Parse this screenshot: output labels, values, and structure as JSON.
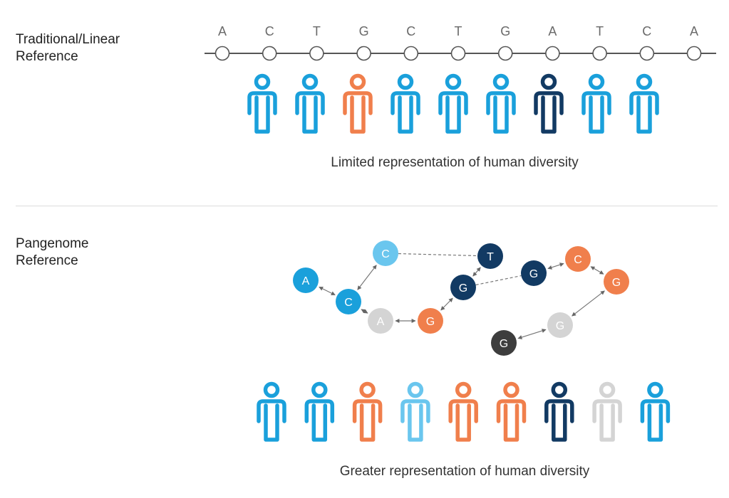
{
  "linear": {
    "label": [
      "Traditional/Linear",
      "Reference"
    ],
    "sequence": [
      "A",
      "C",
      "T",
      "G",
      "C",
      "T",
      "G",
      "A",
      "T",
      "C",
      "A"
    ],
    "people_colors": [
      "#1aa0db",
      "#1aa0db",
      "#f07f4c",
      "#1aa0db",
      "#1aa0db",
      "#1aa0db",
      "#123a63",
      "#1aa0db",
      "#1aa0db"
    ],
    "caption": "Limited representation of human diversity"
  },
  "pangenome": {
    "label": [
      "Pangenome",
      "Reference"
    ],
    "nodes": [
      {
        "id": "n1",
        "letter": "A",
        "color": "#1aa0db"
      },
      {
        "id": "n2",
        "letter": "C",
        "color": "#1aa0db"
      },
      {
        "id": "n3",
        "letter": "C",
        "color": "#6ac6ee"
      },
      {
        "id": "n4",
        "letter": "A",
        "color": "#d4d4d4"
      },
      {
        "id": "n5",
        "letter": "G",
        "color": "#f07f4c"
      },
      {
        "id": "n6",
        "letter": "G",
        "color": "#123a63"
      },
      {
        "id": "n7",
        "letter": "T",
        "color": "#123a63"
      },
      {
        "id": "n8",
        "letter": "G",
        "color": "#123a63"
      },
      {
        "id": "n9",
        "letter": "C",
        "color": "#f07f4c"
      },
      {
        "id": "n10",
        "letter": "G",
        "color": "#f07f4c"
      },
      {
        "id": "n11",
        "letter": "G",
        "color": "#d4d4d4"
      },
      {
        "id": "n12",
        "letter": "G",
        "color": "#3d3d3d"
      }
    ],
    "edges": [
      {
        "from": "n1",
        "to": "n2",
        "style": "arrow"
      },
      {
        "from": "n2",
        "to": "n3",
        "style": "arrow"
      },
      {
        "from": "n2",
        "to": "n4",
        "style": "arrow"
      },
      {
        "from": "n4",
        "to": "n5",
        "style": "arrow"
      },
      {
        "from": "n5",
        "to": "n6",
        "style": "arrow"
      },
      {
        "from": "n6",
        "to": "n7",
        "style": "arrow"
      },
      {
        "from": "n3",
        "to": "n7",
        "style": "dashed"
      },
      {
        "from": "n6",
        "to": "n8",
        "style": "dashed"
      },
      {
        "from": "n8",
        "to": "n9",
        "style": "arrow"
      },
      {
        "from": "n9",
        "to": "n10",
        "style": "arrow"
      },
      {
        "from": "n10",
        "to": "n11",
        "style": "arrow"
      },
      {
        "from": "n11",
        "to": "n12",
        "style": "arrow"
      }
    ],
    "people_colors": [
      "#1aa0db",
      "#1aa0db",
      "#f07f4c",
      "#6ac6ee",
      "#f07f4c",
      "#f07f4c",
      "#123a63",
      "#d4d4d4",
      "#1aa0db"
    ],
    "caption": "Greater representation of human diversity"
  }
}
